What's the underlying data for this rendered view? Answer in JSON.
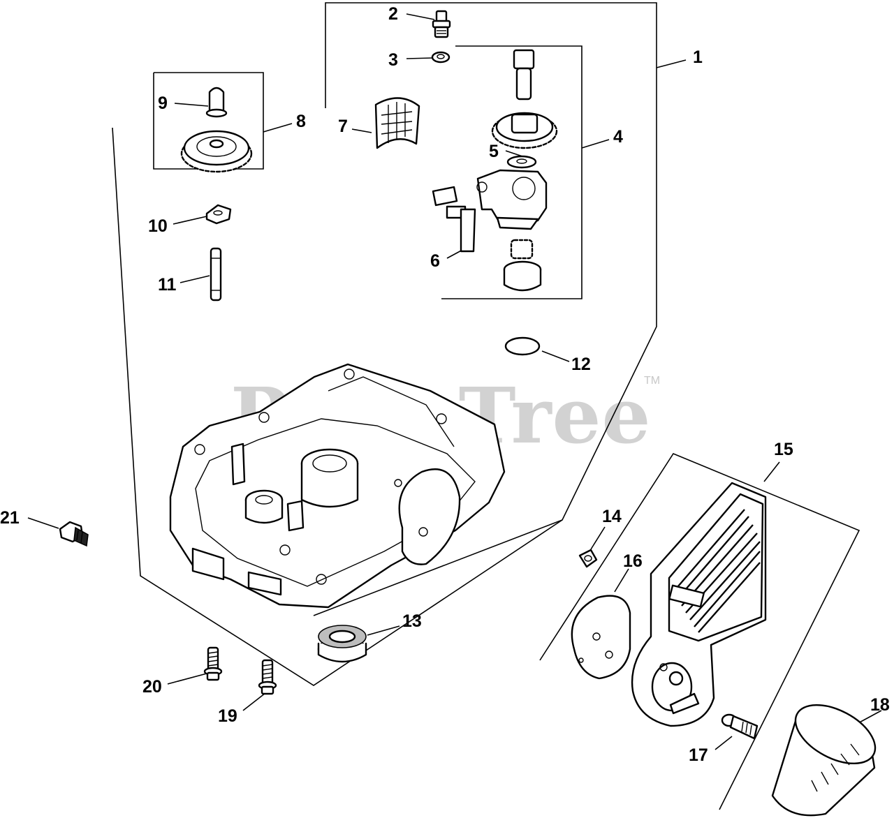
{
  "watermark": {
    "text": "PartsTree",
    "tm": "TM"
  },
  "callouts": [
    {
      "id": "1",
      "label": "1"
    },
    {
      "id": "2",
      "label": "2"
    },
    {
      "id": "3",
      "label": "3"
    },
    {
      "id": "4",
      "label": "4"
    },
    {
      "id": "5",
      "label": "5"
    },
    {
      "id": "6",
      "label": "6"
    },
    {
      "id": "7",
      "label": "7"
    },
    {
      "id": "8",
      "label": "8"
    },
    {
      "id": "9",
      "label": "9"
    },
    {
      "id": "10",
      "label": "10"
    },
    {
      "id": "11",
      "label": "11"
    },
    {
      "id": "12",
      "label": "12"
    },
    {
      "id": "13",
      "label": "13"
    },
    {
      "id": "14",
      "label": "14"
    },
    {
      "id": "15",
      "label": "15"
    },
    {
      "id": "16",
      "label": "16"
    },
    {
      "id": "17",
      "label": "17"
    },
    {
      "id": "18",
      "label": "18"
    },
    {
      "id": "19",
      "label": "19"
    },
    {
      "id": "20",
      "label": "20"
    },
    {
      "id": "21",
      "label": "21"
    }
  ]
}
